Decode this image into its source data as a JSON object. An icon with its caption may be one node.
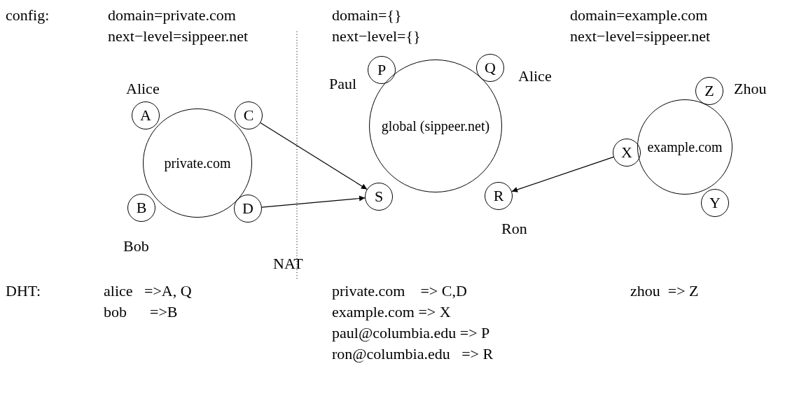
{
  "diagram": {
    "nodes": [
      {
        "text": [
          "private.com"
        ]
      },
      {
        "text": [
          "A"
        ],
        "beside": [
          "Alice"
        ]
      },
      {
        "text": [
          "B"
        ],
        "beside": [
          "Bob"
        ]
      },
      {
        "text": [
          "C"
        ]
      },
      {
        "text": [
          "D"
        ]
      },
      {
        "text": [
          "global (sippeer.net)"
        ]
      },
      {
        "text": [
          "P"
        ],
        "beside": [
          "Paul"
        ]
      },
      {
        "text": [
          "Q"
        ],
        "beside": [
          "Alice"
        ]
      },
      {
        "text": [
          "S"
        ]
      },
      {
        "text": [
          "R"
        ],
        "beside": [
          "Ron"
        ]
      },
      {
        "text": [
          "example.com"
        ]
      },
      {
        "text": [
          "Z"
        ],
        "beside": [
          "Zhou"
        ]
      },
      {
        "text": [
          "X"
        ]
      },
      {
        "text": [
          "Y"
        ]
      }
    ],
    "edges": [
      {
        "from": 3,
        "to": 8,
        "arrow": "to"
      },
      {
        "from": 4,
        "to": 8,
        "arrow": "to"
      },
      {
        "from": 12,
        "to": 9,
        "arrow": "to"
      }
    ],
    "labels": [
      "config:",
      "domain=private.com",
      "domain={}",
      "domain=example.com",
      "next−level=sippeer.net",
      "next−level={}",
      "next−level=sippeer.net",
      "NAT",
      "DHT:",
      "alice   =>A, Q",
      "private.com    => C,D",
      "zhou  => Z",
      "bob      =>B",
      "example.com => X",
      "paul@columbia.edu => P",
      "ron@columbia.edu   => R"
    ]
  }
}
